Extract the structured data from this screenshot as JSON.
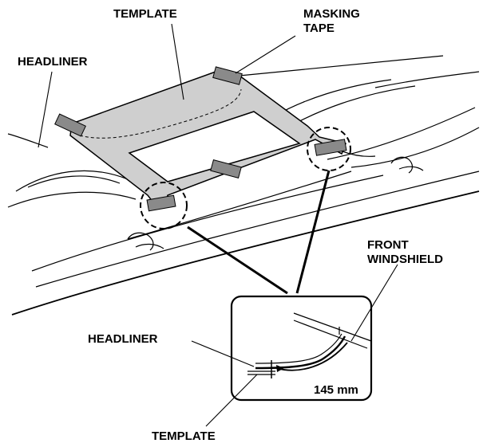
{
  "labels": {
    "template_top": "TEMPLATE",
    "masking_tape_line1": "MASKING",
    "masking_tape_line2": "TAPE",
    "headliner_top": "HEADLINER",
    "front_windshield_line1": "FRONT",
    "front_windshield_line2": "WINDSHIELD",
    "headliner_detail": "HEADLINER",
    "dimension": "145 mm",
    "template_bottom": "TEMPLATE"
  },
  "colors": {
    "line": "#000000",
    "template_fill": "#cfcfcf",
    "tape_fill": "#8a8a8a",
    "background": "#ffffff"
  }
}
